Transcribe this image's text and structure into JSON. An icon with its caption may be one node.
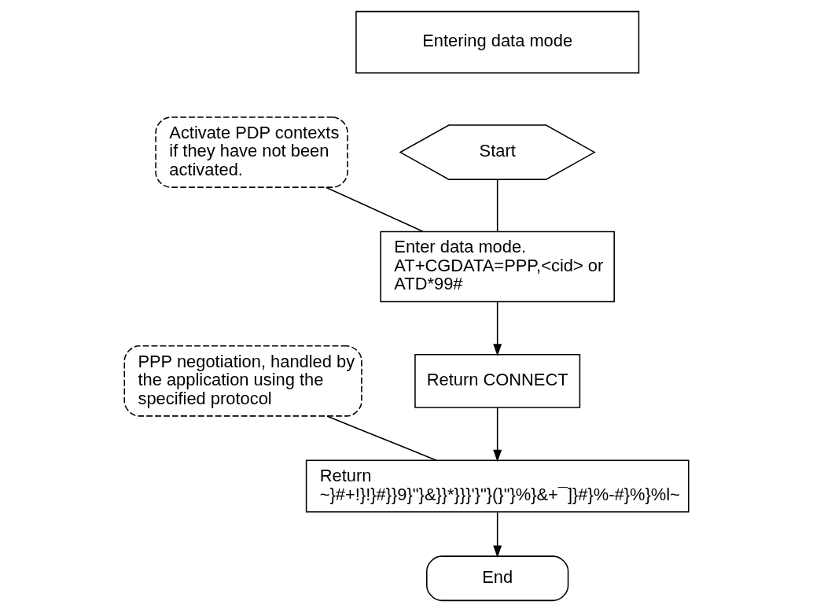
{
  "diagram": {
    "nodes": [
      {
        "text": [
          "Entering data mode"
        ]
      },
      {
        "text": [
          "Start"
        ]
      },
      {
        "text": [
          "Enter data mode. AT+CGDATA=PPP,<cid> or ATD*99#"
        ]
      },
      {
        "text": [
          "Return CONNECT"
        ]
      },
      {
        "text": [
          "Return ~}#+!}!}#}}9}\"}&}}*}}}'}\"}(}\"}%}&+¯]}#}%-#}%}%l~"
        ]
      },
      {
        "text": [
          "End"
        ]
      },
      {
        "text": [
          "Activate PDP contexts if they have not been activated."
        ]
      },
      {
        "text": [
          "PPP negotiation, handled by the application using the specified protocol"
        ]
      }
    ],
    "edges": [
      {
        "from": 1,
        "to": 2,
        "arrow": "none"
      },
      {
        "from": 2,
        "to": 3,
        "arrow": "to"
      },
      {
        "from": 3,
        "to": 4,
        "arrow": "to"
      },
      {
        "from": 4,
        "to": 5,
        "arrow": "to"
      },
      {
        "from": 6,
        "to": 2,
        "arrow": "none"
      },
      {
        "from": 7,
        "to": 4,
        "arrow": "none"
      }
    ]
  }
}
